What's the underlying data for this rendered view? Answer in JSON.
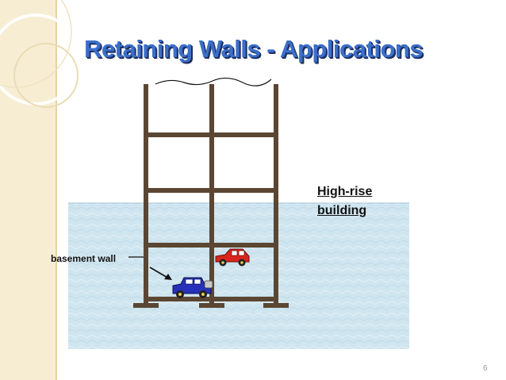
{
  "slide": {
    "title": "Retaining Walls - Applications",
    "page_number": "6"
  },
  "diagram": {
    "building_label_line1": "High-rise",
    "building_label_line2": "building",
    "basement_label": "basement wall",
    "colors": {
      "title": "#3b6fc9",
      "title_shadow": "#1c2e63",
      "soil": "#cfe5ef",
      "frame": "#5a4632",
      "red_car": "#d8251d",
      "blue_car": "#2630b8",
      "left_band": "#f6edd3"
    }
  }
}
